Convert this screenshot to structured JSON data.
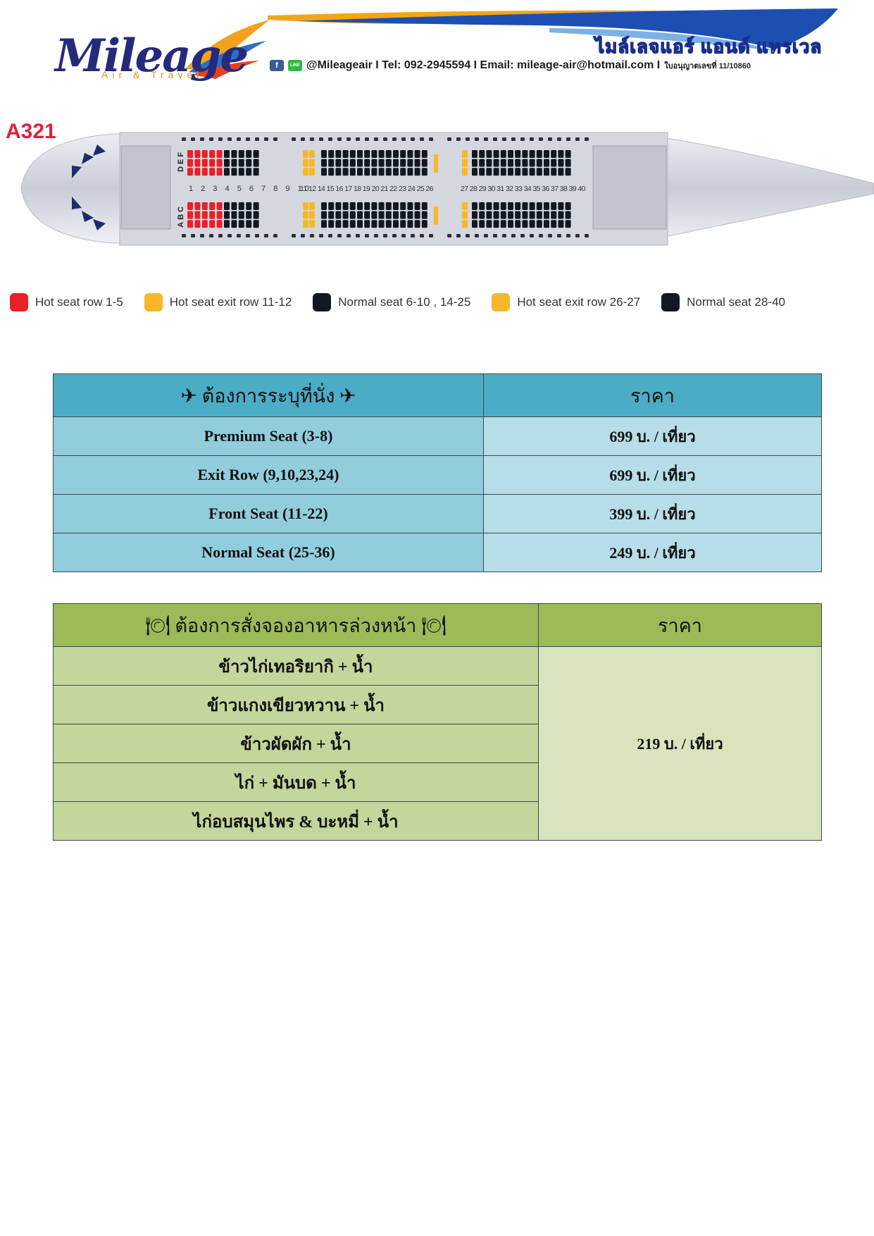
{
  "header": {
    "brand": "Mileage",
    "brand_sub": "Air & Travel",
    "brand_thai": "ไมล์เลจแอร์ แอนด์ แทรเวล",
    "contact": "@Mileageair I Tel: 092-2945594 I Email: mileage-air@hotmail.com I",
    "license": "ใบอนุญาตเลขที่ 11/10860"
  },
  "seat_map": {
    "model": "A321",
    "seat_letters_top": "DEF",
    "seat_letters_bottom": "ABC",
    "row_numbers_1": "1 2 3 4 5 6 7 8 9 10",
    "row_numbers_2": "11 12 14 15 16 17 18 19 20 21 22 23 24 25 26",
    "row_numbers_3": "27 28 29 30 31 32 33 34 35 36 37 38 39 40",
    "colors": {
      "hot": "#e8202a",
      "exit": "#f7b72c",
      "normal": "#111820"
    }
  },
  "legend": [
    {
      "label": "Hot seat row 1-5",
      "color": "#e8202a"
    },
    {
      "label": "Hot seat exit row 11-12",
      "color": "#f7b72c"
    },
    {
      "label": "Normal seat 6-10 , 14-25",
      "color": "#111820"
    },
    {
      "label": "Hot seat exit row 26-27",
      "color": "#f7b72c"
    },
    {
      "label": "Normal seat 28-40",
      "color": "#111820"
    }
  ],
  "seat_table": {
    "header_left": "ต้องการระบุที่นั่ง",
    "header_right": "ราคา",
    "rows": [
      {
        "name": "Premium Seat (3-8)",
        "price": "699 บ. / เที่ยว"
      },
      {
        "name": "Exit Row (9,10,23,24)",
        "price": "699 บ. / เที่ยว"
      },
      {
        "name": "Front Seat (11-22)",
        "price": "399 บ. / เที่ยว"
      },
      {
        "name": "Normal Seat (25-36)",
        "price": "249 บ. / เที่ยว"
      }
    ]
  },
  "meal_table": {
    "header_left": "ต้องการสั่งจองอาหารล่วงหน้า",
    "header_right": "ราคา",
    "items": [
      "ข้าวไก่เทอริยากิ + น้ำ",
      "ข้าวแกงเขียวหวาน + น้ำ",
      "ข้าวผัดผัก + น้ำ",
      "ไก่ + มันบด + น้ำ",
      "ไก่อบสมุนไพร & บะหมี่ + น้ำ"
    ],
    "price": "219 บ. / เที่ยว"
  },
  "icons": {
    "plane": "plane-icon",
    "meal": "meal-icon"
  }
}
